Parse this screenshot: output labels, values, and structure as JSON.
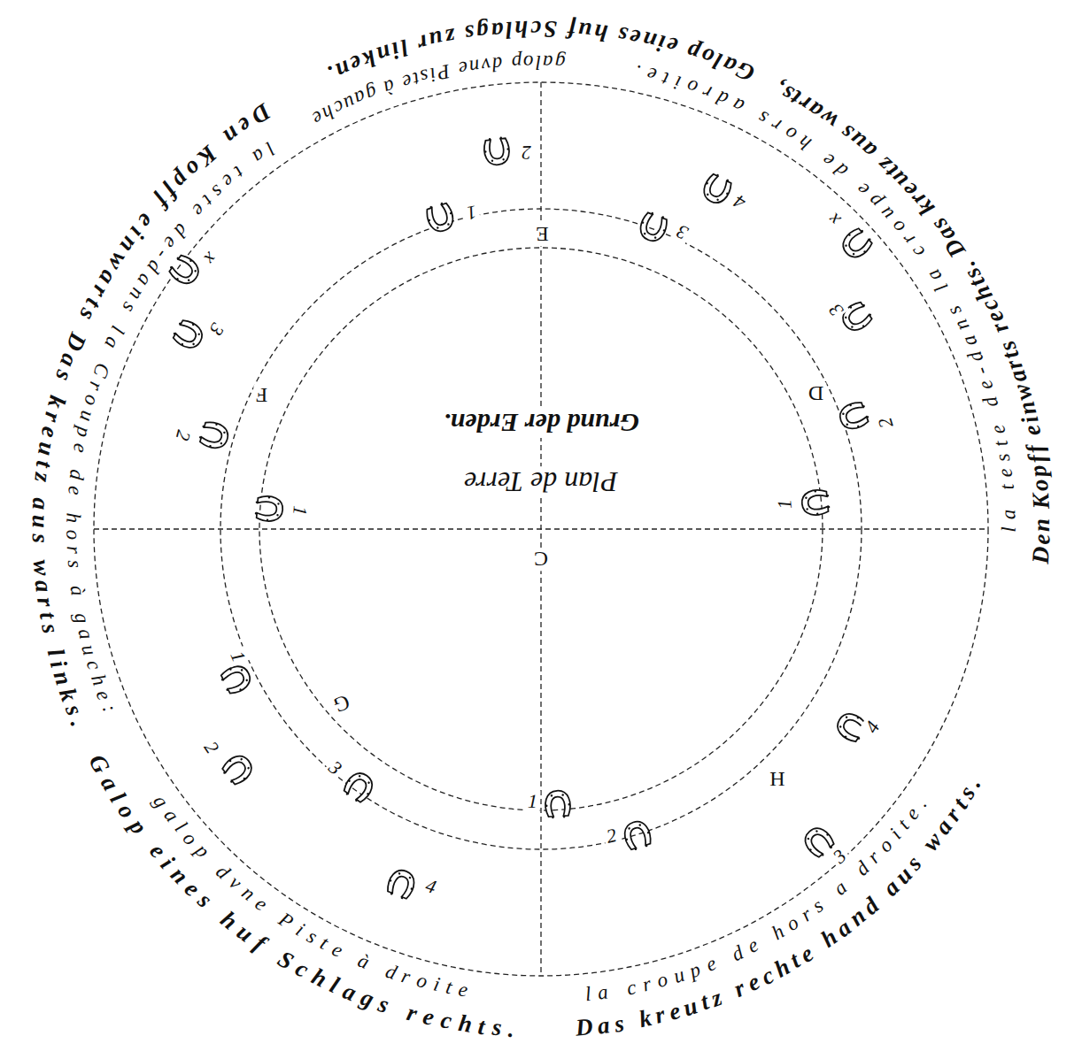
{
  "diagram": {
    "labels": [
      "Plan de Terre",
      "Grund der Erden.",
      "C",
      "D",
      "E",
      "F",
      "G",
      "H",
      "1",
      "2",
      "3",
      "x",
      "1",
      "2",
      "3",
      "4",
      "x",
      "3",
      "2",
      "1",
      "1",
      "2",
      "3",
      "4",
      "1",
      "2",
      "4",
      "3",
      "Galop eines huf Schlags zur linken.",
      "Den Kopff einwarts rechts. Das kreutz aus warts,",
      "Den Kopff einwarts Das kreutz aus warts links.",
      "Galop eines huf Schlags rechts.",
      "Das kreutz rechte hand aus warts.",
      "galop dvne Piste à gauche",
      "la teste de-dans la croupe de hors adroite.",
      "la teste de-dans la Croupe de hors à gauche:",
      "galop dvne Piste à droite",
      "la croupe de hors a droite."
    ]
  }
}
